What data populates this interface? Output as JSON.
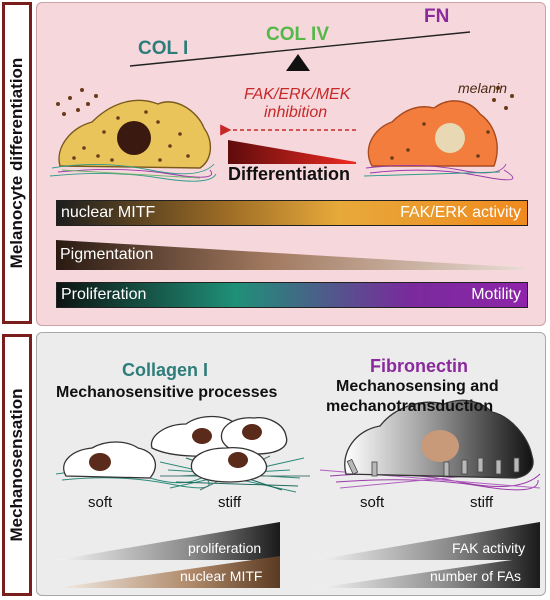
{
  "top": {
    "side_label": "Melanocyte differentiation",
    "ecm": {
      "col1": "COL I",
      "col4": "COL IV",
      "fn": "FN"
    },
    "melanin_label": "melanin",
    "inhibition_line1": "FAK/ERK/MEK",
    "inhibition_line2": "inhibition",
    "differentiation_label": "Differentiation",
    "bar1_left": "nuclear MITF",
    "bar1_right": "FAK/ERK activity",
    "bar2_label": "Pigmentation",
    "bar3_left": "Proliferation",
    "bar3_right": "Motility"
  },
  "bottom": {
    "side_label": "Mechanosensation",
    "collagen_title": "Collagen I",
    "collagen_subtitle": "Mechanosensitive processes",
    "fibronectin_title": "Fibronectin",
    "fibronectin_sub1": "Mechanosensing and",
    "fibronectin_sub2": "mechanotransduction",
    "left_soft": "soft",
    "left_stiff": "stiff",
    "right_soft": "soft",
    "right_stiff": "stiff",
    "left_wedge1": "proliferation",
    "left_wedge2": "nuclear MITF",
    "right_wedge1": "FAK activity",
    "right_wedge2": "number of FAs"
  },
  "colors": {
    "top_panel_bg": "#f6d7dc",
    "bottom_panel_bg": "#ececec",
    "col1": "#2e7d7a",
    "col4": "#55b848",
    "fn": "#8a2a9c",
    "inhibition": "#c62828",
    "label_border": "#7a1d1d"
  }
}
